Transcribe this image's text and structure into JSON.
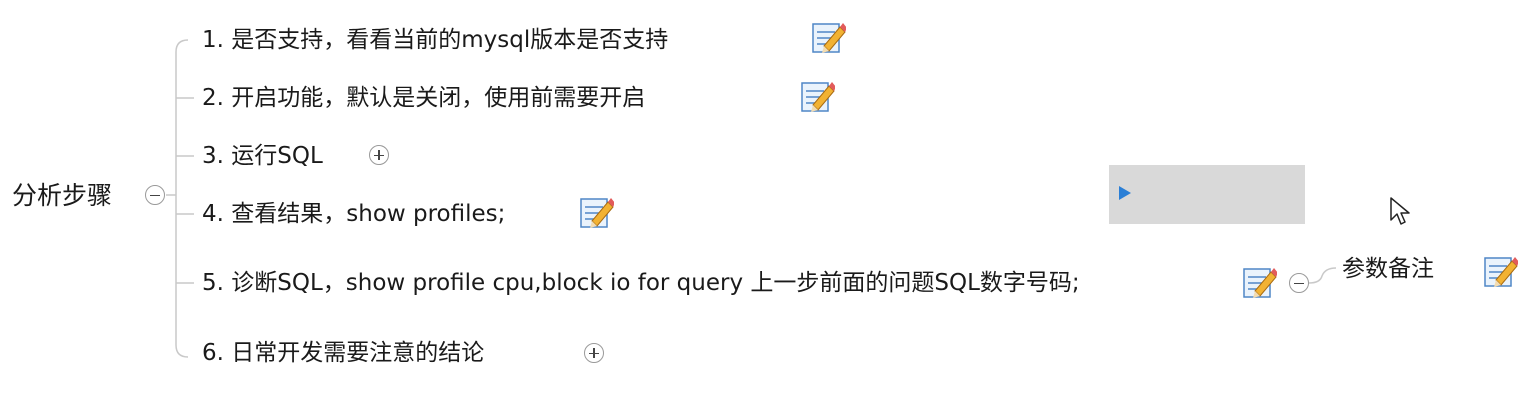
{
  "root": {
    "label": "分析步骤"
  },
  "steps": [
    {
      "label": "1. 是否支持，看看当前的mysql版本是否支持",
      "has_note": true
    },
    {
      "label": "2. 开启功能，默认是关闭，使用前需要开启",
      "has_note": true
    },
    {
      "label": "3. 运行SQL",
      "has_note": false,
      "collapsed": true
    },
    {
      "label": "4. 查看结果，show profiles;",
      "has_note": true
    },
    {
      "label": "5. 诊断SQL，show profile cpu,block io for query 上一步前面的问题SQL数字号码;",
      "has_note": true,
      "expanded": true
    },
    {
      "label": "6. 日常开发需要注意的结论",
      "has_note": false,
      "collapsed": true
    }
  ],
  "subnode": {
    "label": "参数备注",
    "has_note": true
  },
  "icons": {
    "note": "note-pencil-icon",
    "expand": "plus-circle-icon",
    "collapse": "minus-circle-icon",
    "tooltip_arrow": "play-arrow-icon",
    "cursor": "mouse-pointer-icon"
  },
  "colors": {
    "connector": "#c9c9c9",
    "text": "#1a1a1a",
    "tooltip_bg": "#d9d9d9",
    "tooltip_arrow": "#2b7fd6"
  }
}
